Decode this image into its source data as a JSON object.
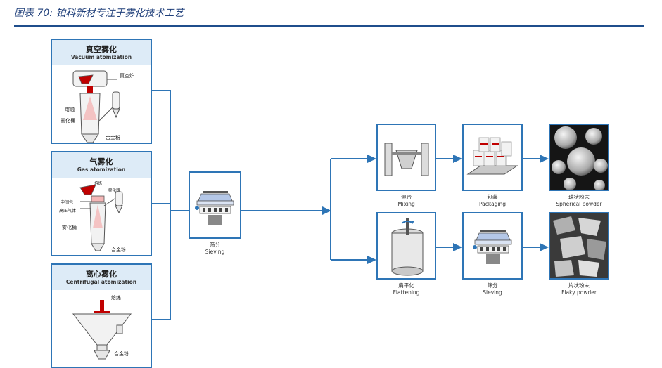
{
  "caption": "图表 70: 铂科新材专注于雾化技术工艺",
  "panels": [
    {
      "title_zh": "真空雾化",
      "title_en": "Vacuum atomization",
      "labels": {
        "furnace": "真空炉",
        "melt": "熔融",
        "chamber": "雾化桶",
        "powder": "合金粉"
      }
    },
    {
      "title_zh": "气雾化",
      "title_en": "Gas atomization",
      "labels": {
        "melting": "熔炼",
        "nozzle": "雾化器",
        "tundish": "中间包",
        "gas": "高压气体",
        "chamber": "雾化桶",
        "powder": "合金粉"
      }
    },
    {
      "title_zh": "离心雾化",
      "title_en": "Centrifugal atomization",
      "labels": {
        "melting": "熔炼",
        "powder": "合金粉"
      }
    }
  ],
  "steps": {
    "sieving1": {
      "zh": "筛分",
      "en": "Sieving"
    },
    "mixing": {
      "zh": "混合",
      "en": "Mixing"
    },
    "packaging": {
      "zh": "包装",
      "en": "Packaging"
    },
    "spherical": {
      "zh": "球状粉末",
      "en": "Spherical powder"
    },
    "flattening": {
      "zh": "扁平化",
      "en": "Flattening"
    },
    "sieving2": {
      "zh": "筛分",
      "en": "Sieving"
    },
    "flaky": {
      "zh": "片状粉末",
      "en": "Flaky powder"
    }
  },
  "colors": {
    "accent": "#2e75b6",
    "header_fill": "#ddebf7",
    "rule": "#1f4e8c"
  }
}
